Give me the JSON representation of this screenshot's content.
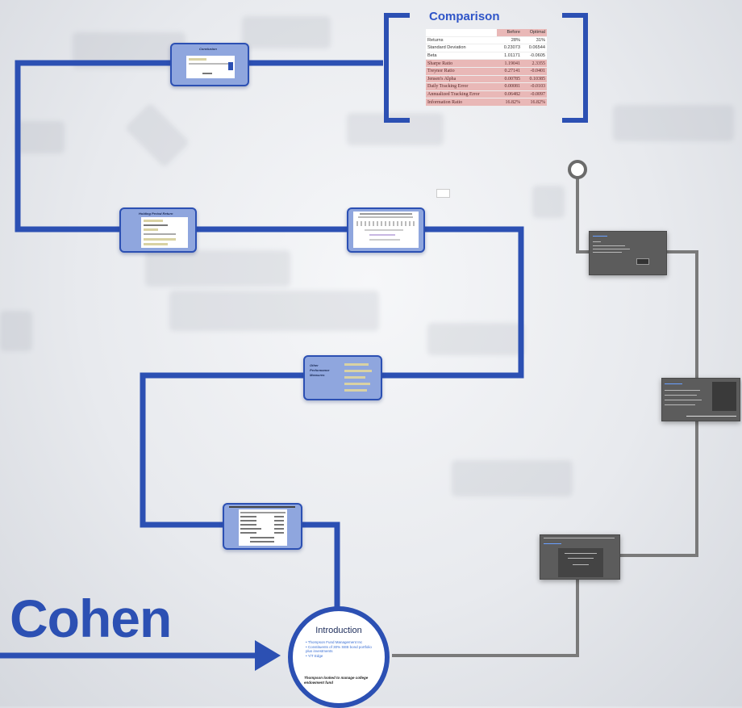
{
  "background": {
    "color": "#e8eaee",
    "accent": "#2c50b3",
    "gray_path": "#7a7a7a"
  },
  "brand": {
    "word": "Cohen"
  },
  "comparison": {
    "title": "Comparison",
    "columns": [
      "",
      "Before",
      "Optimal"
    ],
    "rows": [
      {
        "label": "Returns",
        "before": "28%",
        "after": "31%",
        "highlight": false
      },
      {
        "label": "Standard Deviation",
        "before": "0.23073",
        "after": "0.06544",
        "highlight": false
      },
      {
        "label": "Beta",
        "before": "1.01171",
        "after": "-0.0605",
        "highlight": false
      },
      {
        "label": "Sharpe Ratio",
        "before": "1.19041",
        "after": "2.3355",
        "highlight": true
      },
      {
        "label": "Treynor Ratio",
        "before": "0.27141",
        "after": "-0.0401",
        "highlight": true
      },
      {
        "label": "Jensen's Alpha",
        "before": "0.00785",
        "after": "0.10385",
        "highlight": true
      },
      {
        "label": "Daily Tracking Error",
        "before": "0.00081",
        "after": "-0.0103",
        "highlight": true
      },
      {
        "label": "Annualized Tracking Error",
        "before": "0.06482",
        "after": "-0.0097",
        "highlight": true
      },
      {
        "label": "Information Ratio",
        "before": "16.82%",
        "after": "16.82%",
        "highlight": true
      }
    ]
  },
  "frames": {
    "conclusion": {
      "title": "Conclusion"
    },
    "holding_period": {
      "title": "Holding Period Return"
    },
    "other_performance": {
      "title": "Other Performance Measures"
    }
  },
  "introduction": {
    "title": "Introduction",
    "bullets": [
      "Thompson Fund Management Inc",
      "Constituents of 30% SEB bond portfolio plus investments",
      "Y/T Edge"
    ],
    "note": "Thompson looked to manage college endowment fund"
  }
}
